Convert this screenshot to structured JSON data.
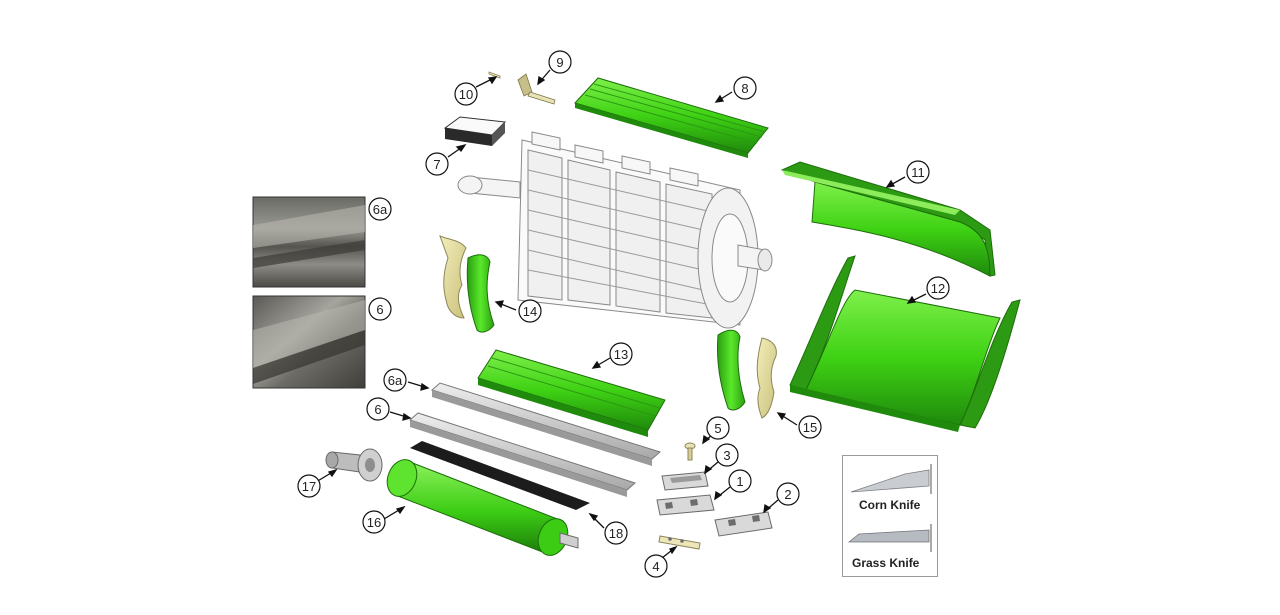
{
  "callouts": [
    {
      "id": "c1",
      "label": "1"
    },
    {
      "id": "c2",
      "label": "2"
    },
    {
      "id": "c3",
      "label": "3"
    },
    {
      "id": "c4",
      "label": "4"
    },
    {
      "id": "c5",
      "label": "5"
    },
    {
      "id": "c6",
      "label": "6"
    },
    {
      "id": "c6a",
      "label": "6a"
    },
    {
      "id": "c7",
      "label": "7"
    },
    {
      "id": "c8",
      "label": "8"
    },
    {
      "id": "c9",
      "label": "9"
    },
    {
      "id": "c10",
      "label": "10"
    },
    {
      "id": "c11",
      "label": "11"
    },
    {
      "id": "c12",
      "label": "12"
    },
    {
      "id": "c13",
      "label": "13"
    },
    {
      "id": "c14",
      "label": "14"
    },
    {
      "id": "c15",
      "label": "15"
    },
    {
      "id": "c16",
      "label": "16"
    },
    {
      "id": "c17",
      "label": "17"
    },
    {
      "id": "c18",
      "label": "18"
    }
  ],
  "photos": {
    "top_label": "6a",
    "bottom_label": "6"
  },
  "legend": {
    "corn_label": "Corn Knife",
    "grass_label": "Grass Knife"
  },
  "colors": {
    "part_green": "#46e01c",
    "part_green_dark": "#2c9a12",
    "steel": "#c9c9c9",
    "drum_line": "#8a8a8a"
  }
}
